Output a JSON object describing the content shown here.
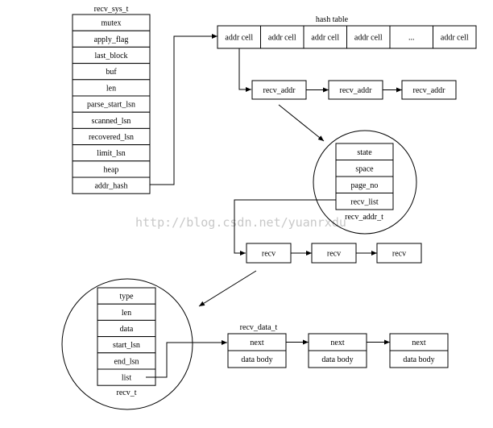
{
  "watermark": "http://blog.csdn.net/yuanrxdu",
  "recv_sys": {
    "title": "recv_sys_t",
    "fields": [
      "mutex",
      "apply_flag",
      "last_block",
      "buf",
      "len",
      "parse_start_lsn",
      "scanned_lsn",
      "recovered_lsn",
      "limit_lsn",
      "heap",
      "addr_hash"
    ]
  },
  "hash_table": {
    "title": "hash table",
    "cells": [
      "addr cell",
      "addr cell",
      "addr cell",
      "addr cell",
      "...",
      "addr cell"
    ]
  },
  "addr_chain": [
    "recv_addr",
    "recv_addr",
    "recv_addr"
  ],
  "recv_addr": {
    "caption": "recv_addr_t",
    "fields": [
      "state",
      "space",
      "page_no",
      "recv_list"
    ]
  },
  "recv_chain": [
    "recv",
    "recv",
    "recv"
  ],
  "recv": {
    "caption": "recv_t",
    "fields": [
      "type",
      "len",
      "data",
      "start_lsn",
      "end_lsn",
      "list"
    ]
  },
  "data_chain": {
    "title": "recv_data_t",
    "nodes": [
      {
        "next": "next",
        "body": "data body"
      },
      {
        "next": "next",
        "body": "data body"
      },
      {
        "next": "next",
        "body": "data body"
      }
    ]
  }
}
